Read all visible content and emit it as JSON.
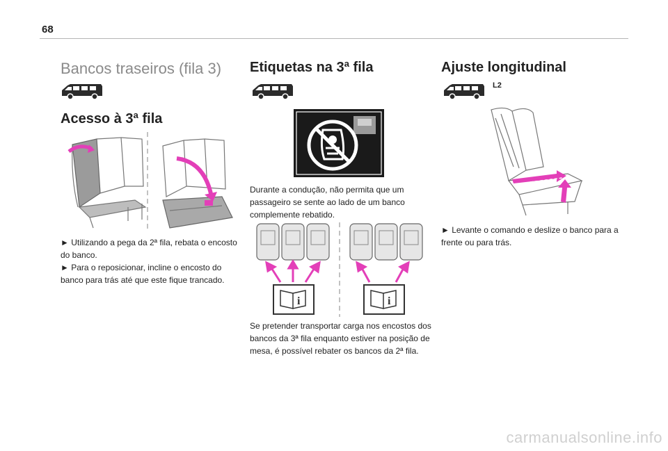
{
  "page_number": "68",
  "col1": {
    "title": "Bancos traseiros (fila 3)",
    "subtitle": "Acesso à 3ª fila",
    "para1": "► Utilizando a pega da 2ª fila, rebata o encosto do banco.",
    "para2": "► Para o reposicionar, incline o encosto do banco para trás até que este fique trancado."
  },
  "col2": {
    "title": "Etiquetas na 3ª fila",
    "para1": "Durante a condução, não permita que um passageiro se sente ao lado de um banco complemente rebatido.",
    "para2": "Se pretender transportar carga nos encostos dos bancos da 3ª fila enquanto estiver na posição de mesa, é possível rebater os bancos da 2ª fila."
  },
  "col3": {
    "title": "Ajuste longitudinal",
    "badge": "L2",
    "para1": "► Levante o comando e deslize o banco para a frente ou para trás."
  },
  "watermark": "carmanualsonline.info",
  "colors": {
    "accent_arrow": "#e33fb8",
    "heading_light": "#8a8a8a",
    "rule": "#b5b5b5"
  },
  "icons": [
    "van-icon",
    "no-child-seat-label-icon",
    "manual-reference-icon",
    "seat-illustration"
  ]
}
